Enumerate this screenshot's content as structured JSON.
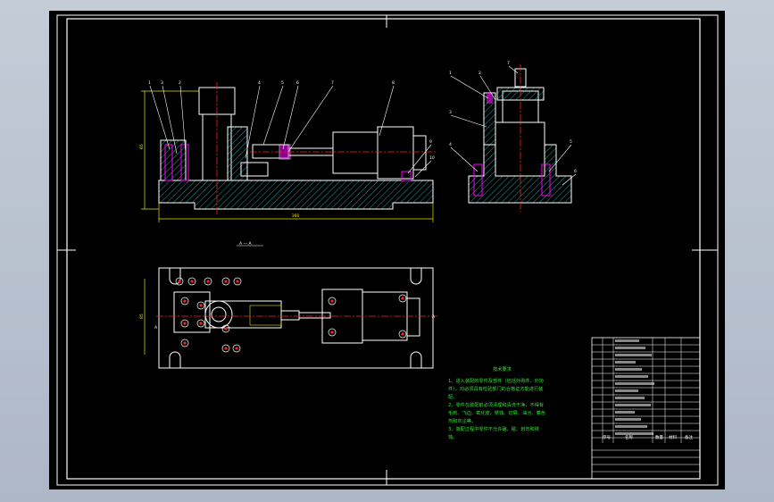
{
  "drawing": {
    "balloons_front": [
      "1",
      "3",
      "2",
      "4",
      "5",
      "6",
      "7",
      "8",
      "9",
      "10"
    ],
    "balloons_side": [
      "1",
      "2",
      "3",
      "4",
      "5",
      "6",
      "7"
    ],
    "dim_overall_length": "360",
    "dim_front_height": "65",
    "dim_top_height": "85",
    "section_label": "A — A",
    "mark_a": "A",
    "notes_title": "技术要求",
    "notes": [
      "1、进入装配的零件及部件（包括外购件、外协",
      "件），均必须具有检验部门的合格证方能进行装",
      "配。",
      "2、零件在装配前必须清理和清洗干净，不得有",
      "毛刺、飞边、氧化皮、锈蚀、切屑、油污、着色",
      "剂和灰尘等。",
      "3、装配过程中零件不允许磕、碰、划伤和锈",
      "蚀。"
    ]
  },
  "title_block": {
    "header": [
      "序号",
      "名称",
      "数量",
      "材料",
      "备注"
    ],
    "rows": 14
  },
  "colors": {
    "background": "#000000",
    "outline": "#ffffff",
    "center_line": "#ff2020",
    "dimension": "#e6e600",
    "hatch": "#20c0c0",
    "notes_text": "#33e433",
    "leader": "#ffffff"
  }
}
